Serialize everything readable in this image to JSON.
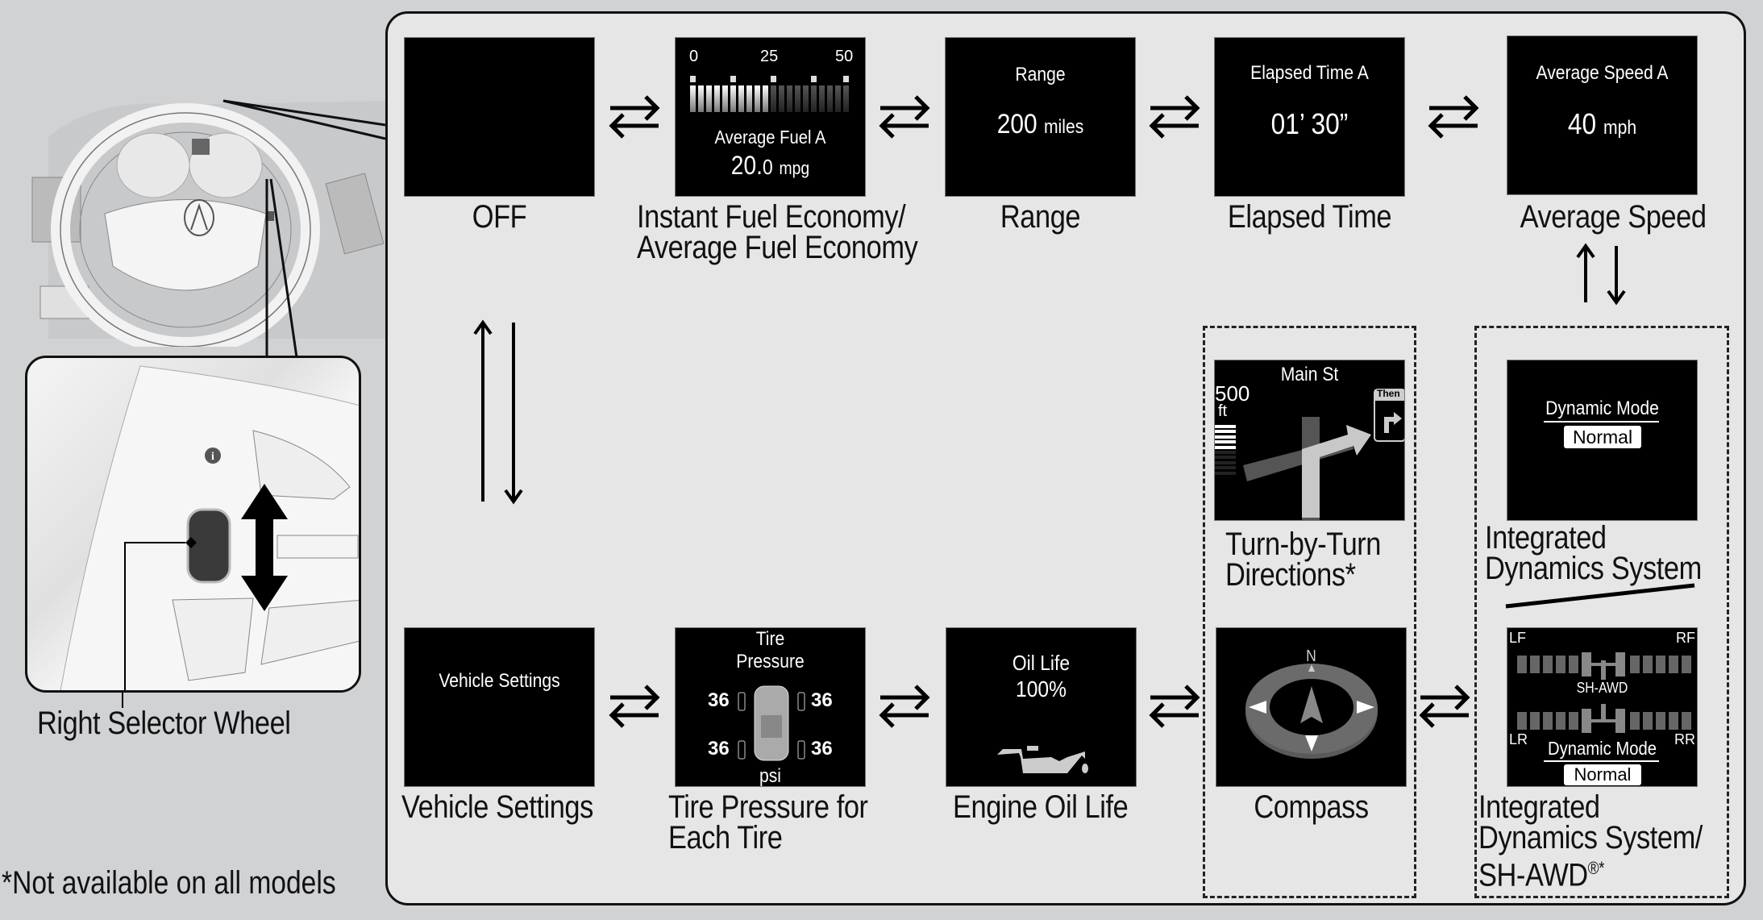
{
  "footnote": "*Not available on all models",
  "selector": {
    "label": "Right Selector Wheel",
    "info_icon": "info-icon"
  },
  "top_row": [
    {
      "id": "off",
      "caption": "OFF",
      "screen": {}
    },
    {
      "id": "fuel",
      "caption_lines": [
        "Instant Fuel Economy/",
        "Average Fuel Economy"
      ],
      "screen": {
        "scale_ticks": [
          "0",
          "25",
          "50"
        ],
        "bar_count": 20,
        "bars_lit": 10,
        "title": "Average Fuel A",
        "value": "20.0",
        "value_main": "20.",
        "value_dec": "0",
        "unit": "mpg"
      }
    },
    {
      "id": "range",
      "caption": "Range",
      "screen": {
        "title": "Range",
        "value": "200",
        "unit": "miles"
      }
    },
    {
      "id": "elapsed",
      "caption": "Elapsed Time",
      "screen": {
        "title": "Elapsed Time A",
        "value": "01’ 30”"
      }
    },
    {
      "id": "avgspeed",
      "caption": "Average Speed",
      "screen": {
        "title": "Average Speed A",
        "value": "40",
        "unit": "mph"
      }
    }
  ],
  "bottom_row": [
    {
      "id": "vehicle",
      "caption": "Vehicle Settings",
      "screen": {
        "title": "Vehicle Settings"
      }
    },
    {
      "id": "tire",
      "caption_lines": [
        "Tire Pressure for",
        "Each Tire"
      ],
      "screen": {
        "title_lines": [
          "Tire",
          "Pressure"
        ],
        "front_left": "36",
        "front_right": "36",
        "rear_left": "36",
        "rear_right": "36",
        "unit": "psi"
      }
    },
    {
      "id": "oil",
      "caption": "Engine Oil Life",
      "screen": {
        "title": "Oil Life",
        "value": "100%",
        "icon": "oil-can-icon"
      }
    },
    {
      "id": "compass",
      "caption": "Compass",
      "screen": {
        "north": "N"
      }
    },
    {
      "id": "shawd",
      "caption_lines": [
        "Integrated",
        "Dynamics System/",
        "SH-AWD"
      ],
      "caption_suffix": "®*",
      "screen": {
        "corners": [
          "LF",
          "RF",
          "LR",
          "RR"
        ],
        "center": "SH-AWD",
        "mode_label": "Dynamic Mode",
        "mode_value": "Normal"
      }
    }
  ],
  "optional": {
    "nav": {
      "caption_lines": [
        "Turn-by-Turn",
        "Directions*"
      ],
      "screen": {
        "street": "Main St",
        "distance": "500",
        "distance_unit": "ft",
        "then_label": "Then",
        "bars_total": 10,
        "bars_lit": 5
      }
    },
    "ids": {
      "caption_lines": [
        "Integrated",
        "Dynamics System"
      ],
      "screen": {
        "mode_label": "Dynamic Mode",
        "mode_value": "Normal"
      }
    }
  }
}
